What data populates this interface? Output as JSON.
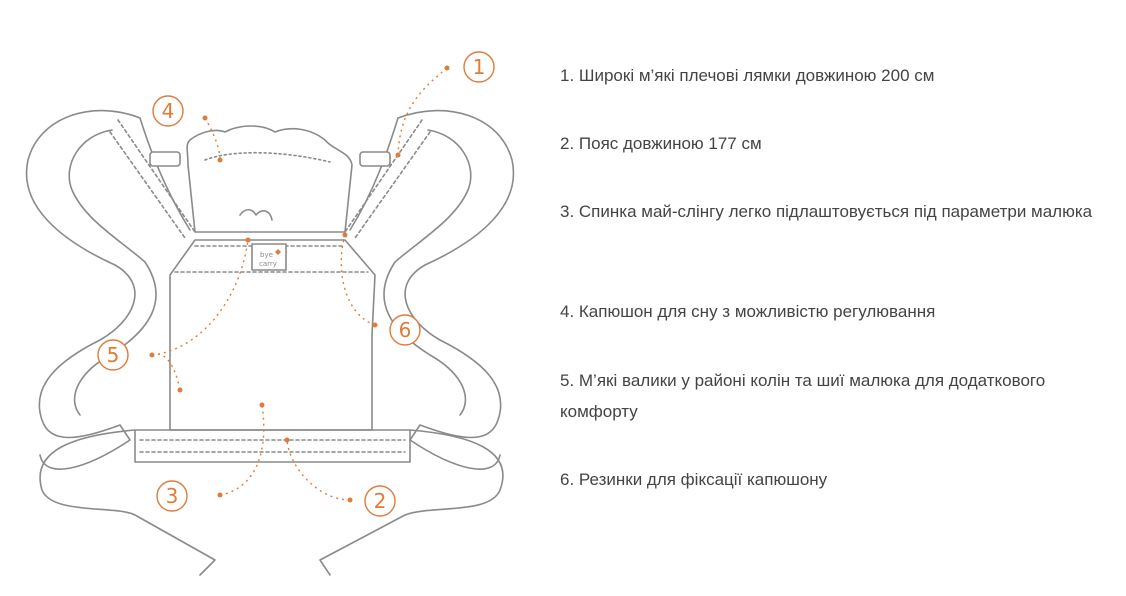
{
  "callouts": [
    "1",
    "2",
    "3",
    "4",
    "5",
    "6"
  ],
  "logo_text": "bye carry",
  "features": [
    "1. Широкі м’які плечові лямки довжиною 200 см",
    "2. Пояс довжиною 177 см",
    "3. Спинка май-слінгу легко підлаштовується під параметри малюка",
    "4. Капюшон для сну з можливістю регулювання",
    "5. М’які валики у районі колін та шиї малюка для додаткового комфорту",
    "6. Резинки для фіксації капюшону"
  ],
  "colors": {
    "accent": "#e07b3a",
    "outline": "#8a8a8a",
    "text": "#444444"
  }
}
